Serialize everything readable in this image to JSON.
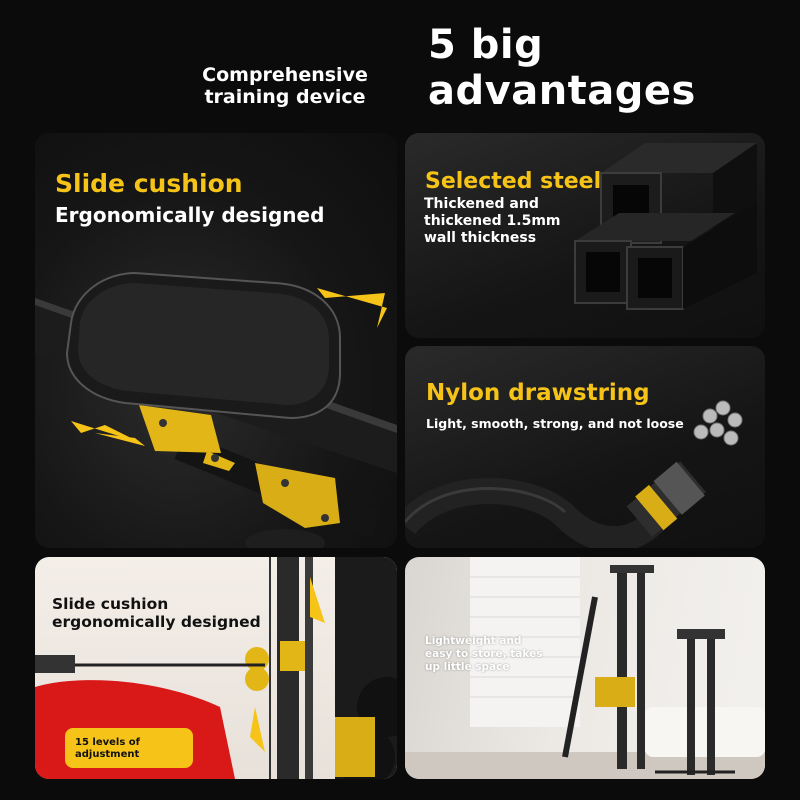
{
  "header": {
    "subtitle_line1": "Comprehensive",
    "subtitle_line2": "training device",
    "title_line1": "5 big",
    "title_line2": "advantages"
  },
  "panels": {
    "slide_cushion": {
      "title": "Slide cushion",
      "subtitle": "Ergonomically designed"
    },
    "steel": {
      "title": "Selected steel",
      "desc_line1": "Thickened and",
      "desc_line2": "thickened 1.5mm",
      "desc_line3": "wall thickness"
    },
    "nylon": {
      "title": "Nylon drawstring",
      "desc": "Light, smooth, strong, and not loose"
    },
    "cushion_demo": {
      "line1": "Slide cushion",
      "line2": "ergonomically designed",
      "badge_line1": "15 levels of",
      "badge_line2": "adjustment"
    },
    "storage": {
      "line1": "Lightweight and",
      "line2": "easy to store, takes",
      "line3": "up little space"
    }
  },
  "colors": {
    "accent": "#f6c318",
    "background": "#0b0b0b",
    "panel": "#1a1a1a"
  }
}
